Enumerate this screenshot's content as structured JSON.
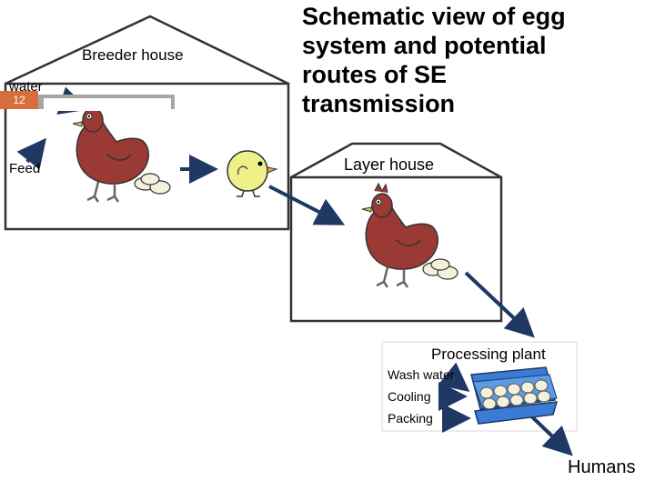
{
  "title": "Schematic view of egg system and potential routes of SE transmission",
  "slide_number": "12",
  "breeder_house": {
    "label": "Breeder house",
    "inputs": [
      "water",
      "Feed"
    ]
  },
  "layer_house": {
    "label": "Layer house"
  },
  "processing_plant": {
    "label": "Processing plant",
    "steps": [
      "Wash water",
      "Cooling",
      "Packing"
    ]
  },
  "humans": {
    "label": "Humans"
  },
  "colors": {
    "arrow": "#1f3864",
    "hen_body": "#9b3a35",
    "chick": "#eef08a",
    "egg": "#f3f1dc",
    "carton": "#3a7bd5",
    "slide_badge": "#d86f3a"
  }
}
